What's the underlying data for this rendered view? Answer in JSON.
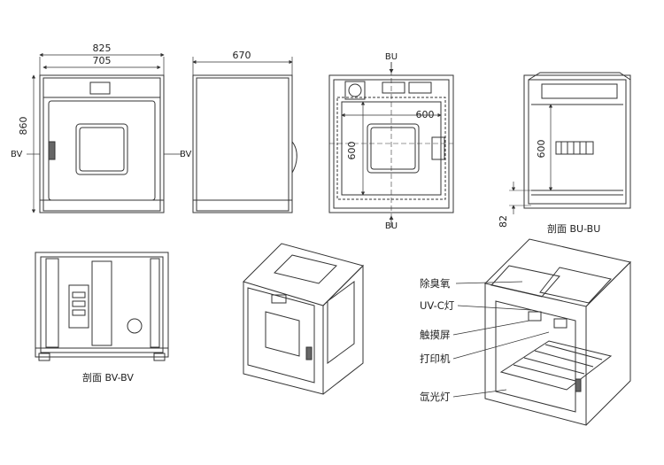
{
  "dimensions": {
    "width_overall": "825",
    "width_inner": "705",
    "height": "860",
    "depth": "670",
    "top_width": "600",
    "top_height": "600",
    "side_height": "600",
    "side_foot": "82"
  },
  "section_markers": {
    "bv_left": "BV",
    "bv_right": "BV",
    "bu_top": "BU",
    "bu_bottom": "BU"
  },
  "captions": {
    "section_bu": "剖面 BU-BU",
    "section_bv": "剖面 BV-BV"
  },
  "callouts": [
    "除臭氧",
    "UV-C灯",
    "触摸屏",
    "打印机",
    "氙光灯"
  ]
}
